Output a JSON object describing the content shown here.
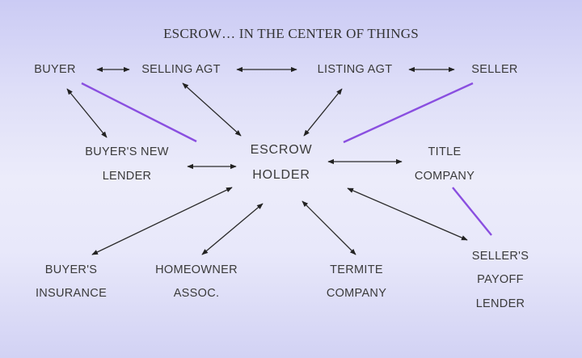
{
  "title": "ESCROW… IN THE CENTER OF THINGS",
  "nodes": {
    "buyer": "BUYER",
    "selling_agt": "SELLING AGT",
    "listing_agt": "LISTING AGT",
    "seller": "SELLER",
    "escrow_1": "ESCROW",
    "escrow_2": "HOLDER",
    "buyers_lender_1": "BUYER'S NEW",
    "buyers_lender_2": "LENDER",
    "title_1": "TITLE",
    "title_2": "COMPANY",
    "buyers_ins_1": "BUYER'S",
    "buyers_ins_2": "INSURANCE",
    "hoa_1": "HOMEOWNER",
    "hoa_2": "ASSOC.",
    "termite_1": "TERMITE",
    "termite_2": "COMPANY",
    "payoff_1": "SELLER'S",
    "payoff_2": "PAYOFF",
    "payoff_3": "LENDER"
  },
  "colors": {
    "arrow": "#222222",
    "highlight": "#8a4fe0"
  }
}
